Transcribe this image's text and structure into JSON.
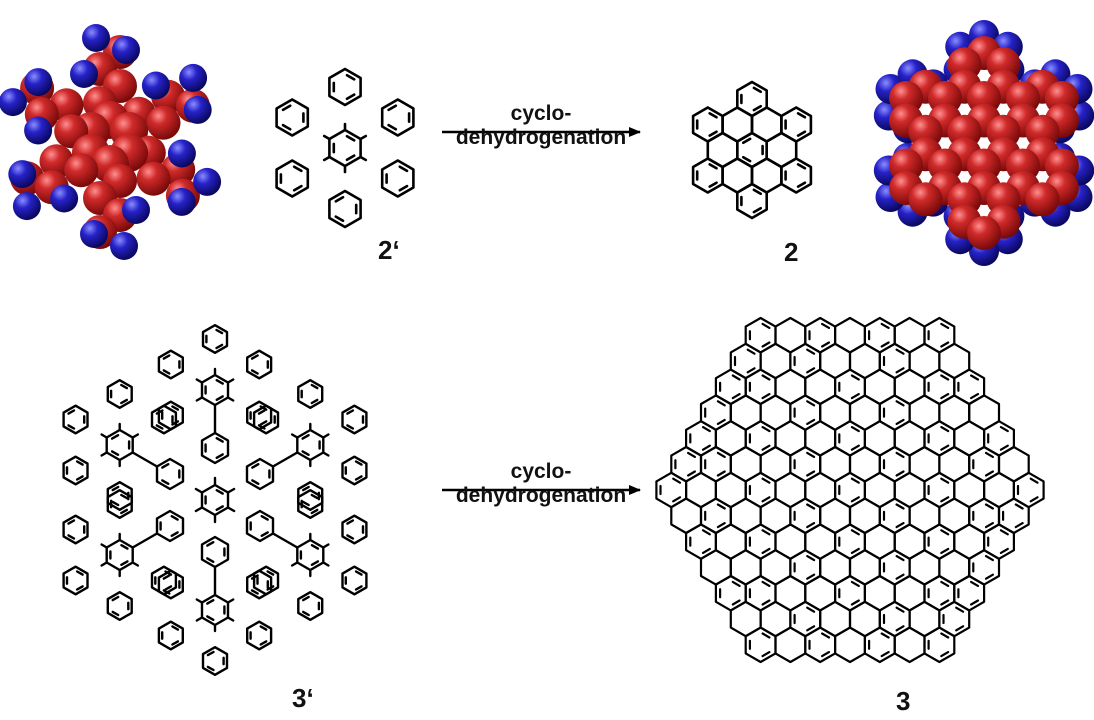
{
  "reactions": [
    {
      "reactant_label": "2‘",
      "product_label": "2",
      "arrow_line1": "cyclo-",
      "arrow_line2": "dehydrogenation"
    },
    {
      "reactant_label": "3‘",
      "product_label": "3",
      "arrow_line1": "cyclo-",
      "arrow_line2": "dehydrogenation"
    }
  ],
  "colors": {
    "carbon_atom": "#b5161b",
    "hydrogen_atom": "#1d1ab0",
    "bond": "#000000",
    "text": "#111111"
  },
  "molecules": {
    "hexaphenylbenzene": "hexaphenylbenzene-structure",
    "hexabenzocoronene": "hexabenzocoronene-structure",
    "dendritic_polyphenylene": "dendritic-polyphenylene-structure",
    "graphene_nanographene": "nanographene-C222-structure"
  }
}
